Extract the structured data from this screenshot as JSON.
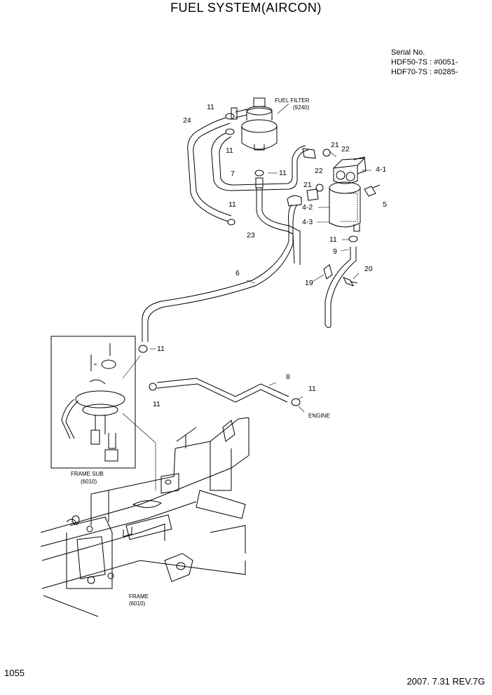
{
  "title": "FUEL SYSTEM(AIRCON)",
  "serial": {
    "heading": "Serial No.",
    "line1": "HDF50-7S : #0051-",
    "line2": "HDF70-7S : #0285-"
  },
  "callouts": {
    "fuel_filter_name": "FUEL FILTER",
    "fuel_filter_code": "(9240)",
    "frame_sub_name": "FRAME SUB",
    "frame_sub_code": "(6010)",
    "frame_name": "FRAME",
    "frame_code": "(6010)",
    "engine": "ENGINE"
  },
  "part_numbers": {
    "p11a": "11",
    "p24": "24",
    "p11b": "11",
    "p7": "7",
    "p11c": "11",
    "p11d": "11",
    "p23": "23",
    "p21a": "21",
    "p22a": "22",
    "p4_1": "4-1",
    "p22b": "22",
    "p21b": "21",
    "p5": "5",
    "p4_2": "4-2",
    "p4_3": "4-3",
    "p11e": "11",
    "p9": "9",
    "p20": "20",
    "p19": "19",
    "p6": "6",
    "p11f": "11",
    "p8": "8",
    "p11g": "11",
    "p11h": "11"
  },
  "footer": {
    "page_number": "1055",
    "revision": "2007. 7.31 REV.7G"
  }
}
